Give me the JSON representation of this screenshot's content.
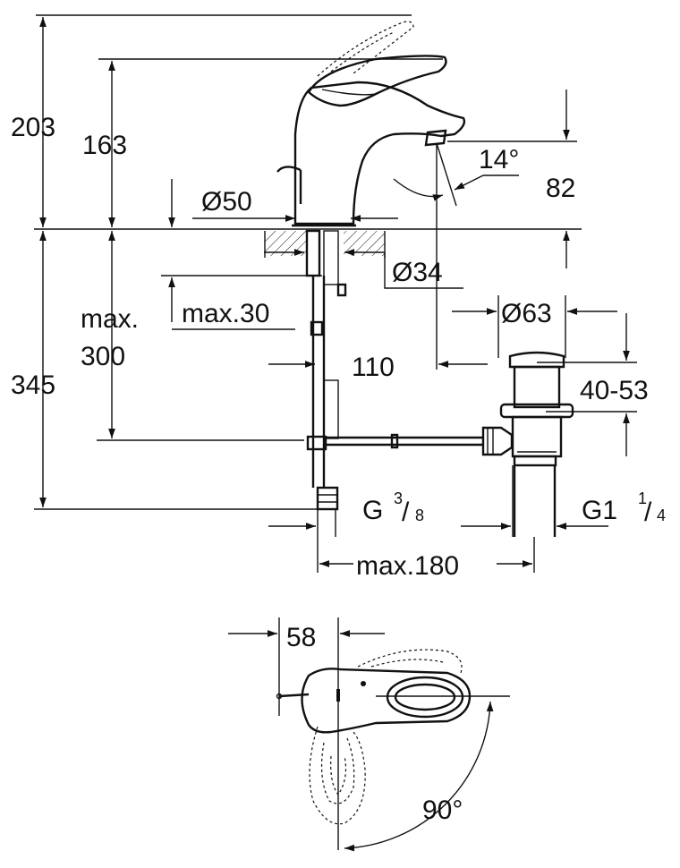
{
  "diagram": {
    "dimensions": {
      "total_height": "203",
      "spout_height": "163",
      "outlet_height": "82",
      "spout_angle": "14°",
      "base_diameter": "Ø50",
      "hole_diameter": "Ø34",
      "deck_thickness": "max.30",
      "hose_length_line1": "max.",
      "hose_length_line2": "300",
      "below_deck": "345",
      "spout_reach": "110",
      "waste_diameter": "Ø63",
      "waste_range": "40-53",
      "supply_thread_base": "G",
      "supply_thread_num": "3",
      "supply_thread_den": "8",
      "waste_thread_base": "G1",
      "waste_thread_num": "1",
      "waste_thread_den": "4",
      "max_offset": "max.180",
      "lever_offset": "58",
      "lever_rotation": "90°"
    }
  }
}
